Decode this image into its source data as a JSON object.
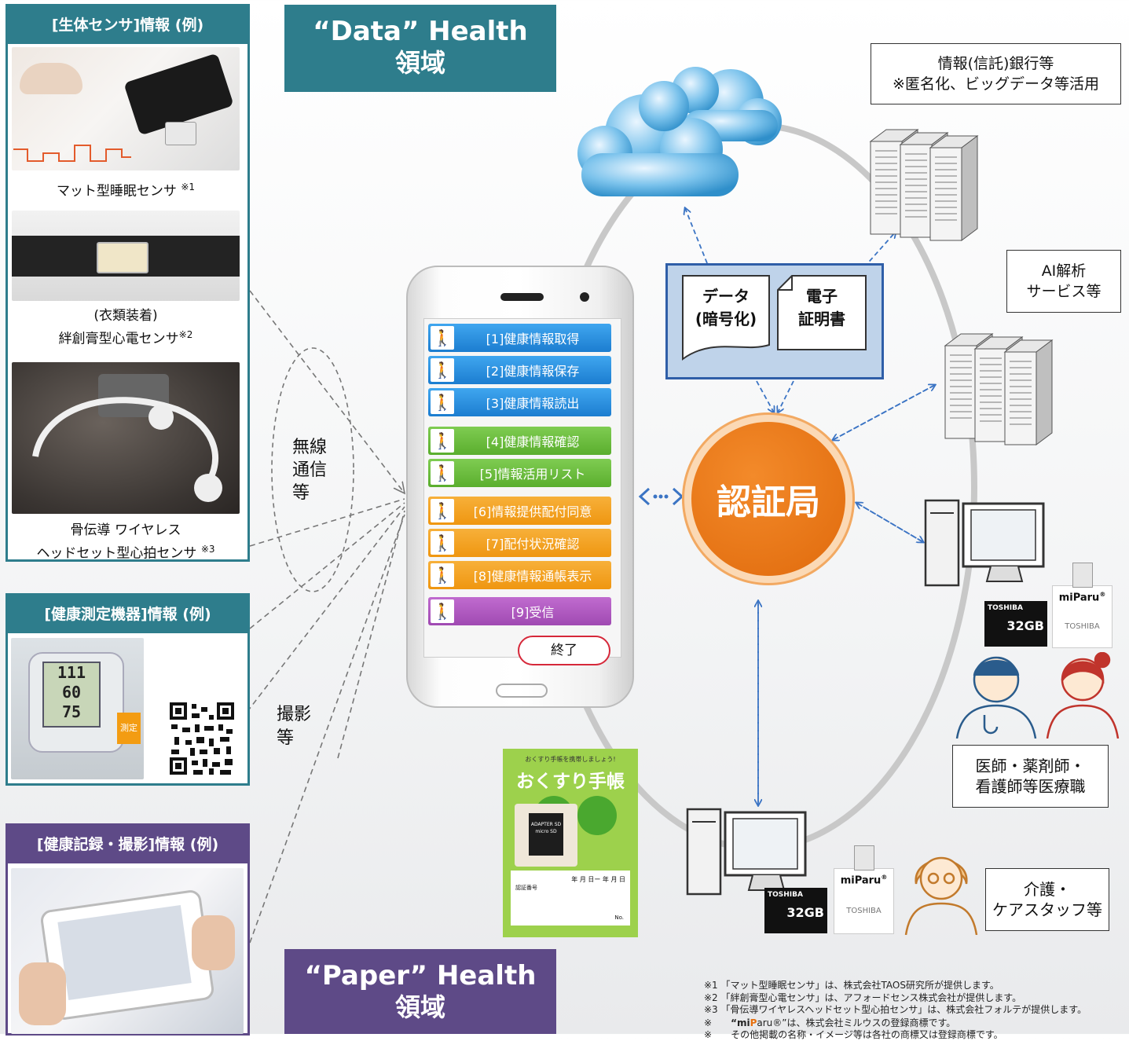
{
  "panels": {
    "bio": {
      "title": "[生体センサ]情報 (例)",
      "items": [
        {
          "label": "マット型睡眠センサ",
          "mark": "※1"
        },
        {
          "label_line1": "(衣類装着)",
          "label_line2": "絆創膏型心電センサ",
          "mark": "※2"
        },
        {
          "label_line1": "骨伝導 ワイヤレス",
          "label_line2": "ヘッドセット型心拍センサ",
          "mark": "※3"
        }
      ]
    },
    "device": {
      "title": "[健康測定機器]情報 (例)",
      "bp_display": [
        "111",
        "60",
        "75"
      ],
      "bp_button": "測定"
    },
    "record": {
      "title": "[健康記録・撮影]情報 (例)"
    }
  },
  "domains": {
    "data": {
      "line1": "“Data” Health",
      "line2": "領域"
    },
    "paper": {
      "line1": "“Paper” Health",
      "line2": "領域"
    }
  },
  "links": {
    "wireless": [
      "無線",
      "通信",
      "等"
    ],
    "photo": [
      "撮影",
      "等"
    ]
  },
  "phone_menu": [
    {
      "label": "[1]健康情報取得",
      "color": "blue"
    },
    {
      "label": "[2]健康情報保存",
      "color": "blue"
    },
    {
      "label": "[3]健康情報読出",
      "color": "blue"
    },
    {
      "label": "[4]健康情報確認",
      "color": "green"
    },
    {
      "label": "[5]情報活用リスト",
      "color": "green"
    },
    {
      "label": "[6]情報提供配付同意",
      "color": "orange"
    },
    {
      "label": "[7]配付状況確認",
      "color": "orange"
    },
    {
      "label": "[8]健康情報通帳表示",
      "color": "orange"
    },
    {
      "label": "[9]受信",
      "color": "purple"
    }
  ],
  "phone_exit": "終了",
  "center": {
    "authority": "認証局",
    "data_doc": [
      "データ",
      "(暗号化)"
    ],
    "cert_doc": [
      "電子",
      "証明書"
    ]
  },
  "nodes": {
    "bank": [
      "情報(信託)銀行等",
      "※匿名化、ビッグデータ等活用"
    ],
    "ai": [
      "AI解析",
      "サービス等"
    ],
    "medical": [
      "医師・薬剤師・",
      "看護師等医療職"
    ],
    "care": [
      "介護・",
      "ケアスタッフ等"
    ]
  },
  "memory": {
    "brand": "miParu",
    "reg": "®",
    "maker": "TOSHIBA",
    "capacity": "32GB"
  },
  "notebook": {
    "small": "おくすり手帳を携帯しましょう!",
    "title": "おくすり手帳",
    "sd": "ADAPTER SD micro SD",
    "dates": "年 月 日ー 年 月 日",
    "name_label": "認証番号",
    "no_label": "No."
  },
  "notes": [
    "※1 「マット型睡眠センサ」は、株式会社TAOS研究所が提供します。",
    "※2 「絆創膏型心電センサ」は、アフォードセンス株式会社が提供します。",
    "※3 「骨伝導ワイヤレスヘッドセット型心拍センサ」は、株式会社フォルテが提供します。"
  ],
  "notes2": [
    {
      "mark": "※",
      "pre": "“mi",
      "accent": "P",
      "post": "aru®”は、株式会社ミルウスの登録商標です。"
    },
    {
      "mark": "※",
      "text": "その他掲載の名称・イメージ等は各社の商標又は登録商標です。"
    }
  ],
  "colors": {
    "teal": "#2e7d8c",
    "purple": "#5e4a87",
    "authority": "#e8700e"
  }
}
